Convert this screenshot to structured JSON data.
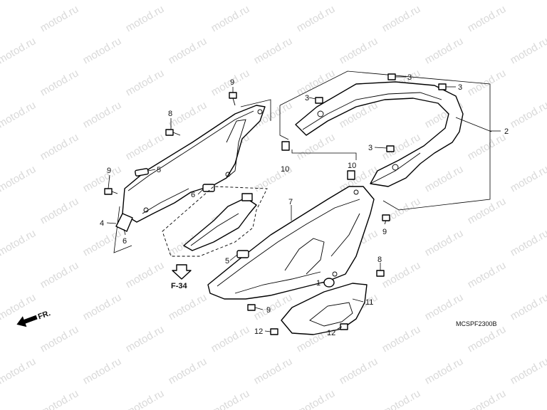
{
  "diagram": {
    "figure_code": "MCSPF2300B",
    "ref_label": "F-34",
    "direction_label": "FR.",
    "watermark": "motod.ru",
    "callouts": {
      "c1": "1",
      "c2": "2",
      "c3a": "3",
      "c3b": "3",
      "c3c": "3",
      "c3d": "3",
      "c4": "4",
      "c5a": "5",
      "c5b": "5",
      "c6a": "6",
      "c6b": "6",
      "c7": "7",
      "c8a": "8",
      "c8b": "8",
      "c9a": "9",
      "c9b": "9",
      "c9c": "9",
      "c9d": "9",
      "c10a": "10",
      "c10b": "10",
      "c11": "11",
      "c12a": "12",
      "c12b": "12"
    }
  }
}
